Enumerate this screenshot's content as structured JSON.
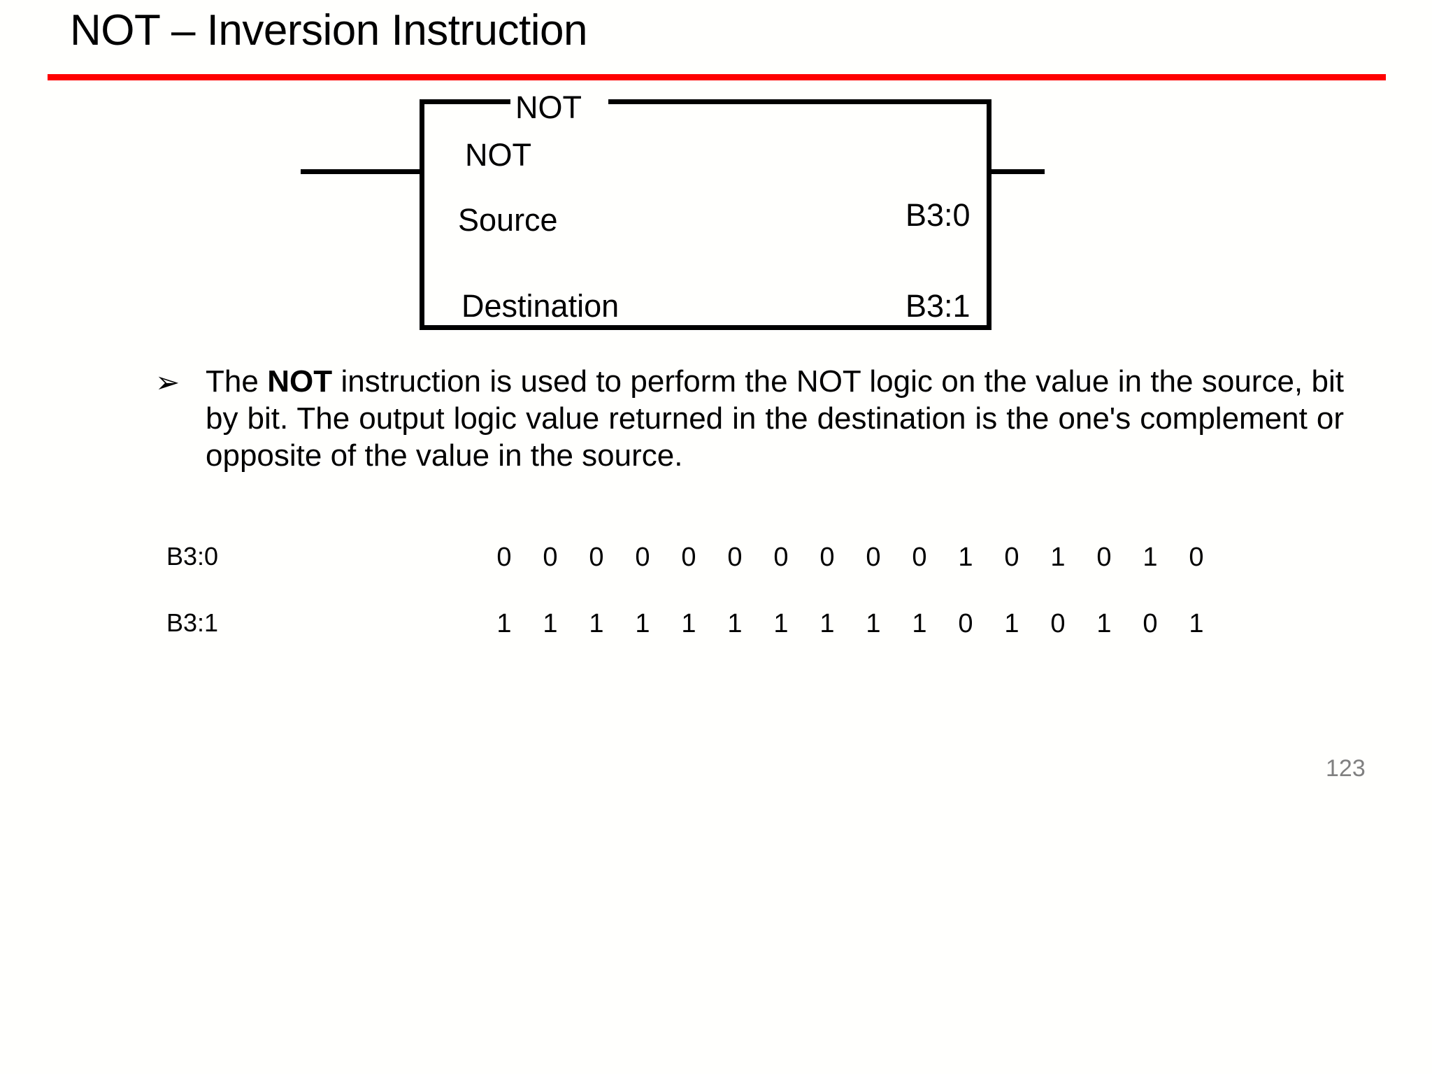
{
  "slide": {
    "title": "NOT – Inversion Instruction",
    "page_number": "123",
    "accent_color": "#ff0000",
    "page_number_color": "#808080",
    "background_color": "#fffffd"
  },
  "instruction_block": {
    "block_name_top": "NOT",
    "block_name_row": "NOT",
    "source_label": "Source",
    "source_value": "B3:0",
    "destination_label": "Destination",
    "destination_value": "B3:1",
    "input_wire": "rung-input-line",
    "output_wire": "rung-output-line"
  },
  "body": {
    "bullet": "➢",
    "text_part1": "The ",
    "text_bold": "NOT",
    "text_part2": " instruction is used to perform the NOT logic on the value in the source, bit by bit. The output logic value returned in the destination is the one's complement or opposite of the value in the source."
  },
  "bit_table": {
    "rows": [
      {
        "label": "B3:0",
        "bits": [
          "0",
          "0",
          "0",
          "0",
          "0",
          "0",
          "0",
          "0",
          "0",
          "0",
          "1",
          "0",
          "1",
          "0",
          "1",
          "0"
        ]
      },
      {
        "label": "B3:1",
        "bits": [
          "1",
          "1",
          "1",
          "1",
          "1",
          "1",
          "1",
          "1",
          "1",
          "1",
          "0",
          "1",
          "0",
          "1",
          "0",
          "1"
        ]
      }
    ]
  }
}
